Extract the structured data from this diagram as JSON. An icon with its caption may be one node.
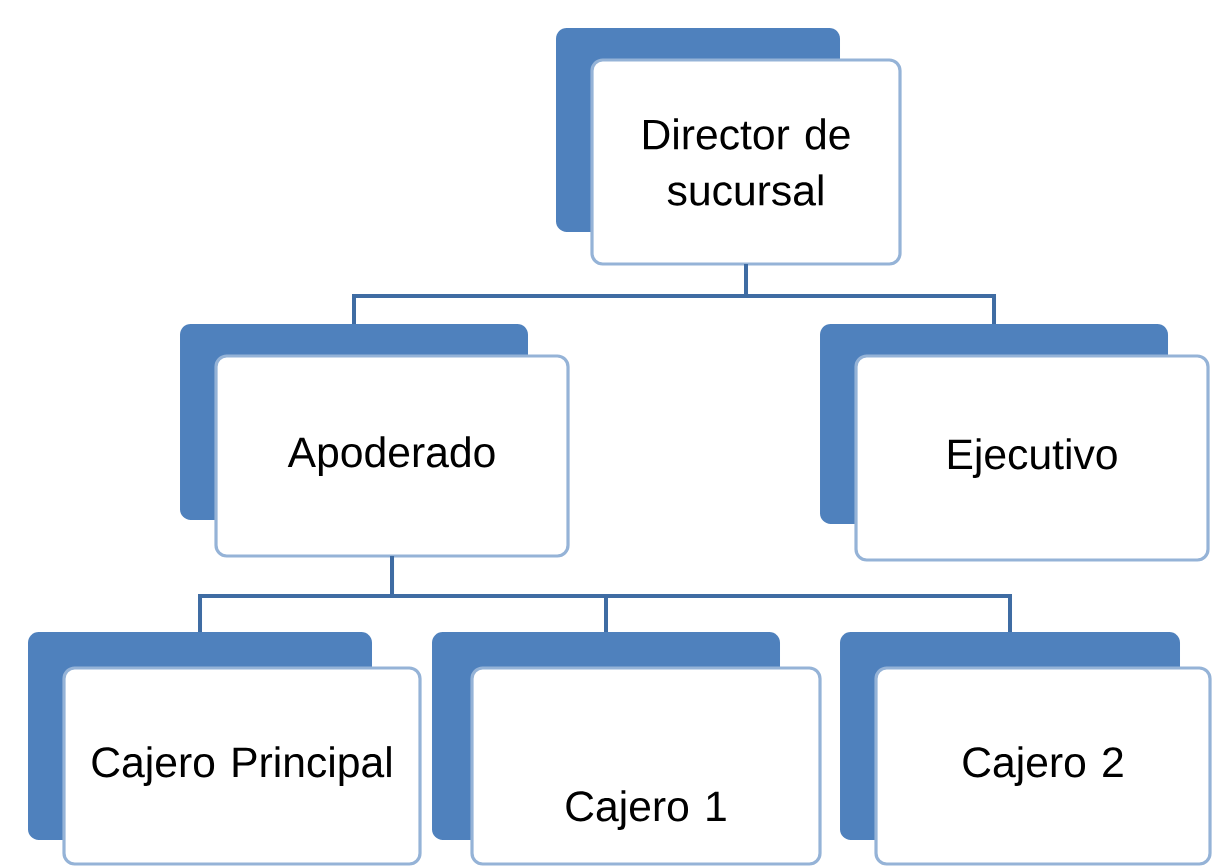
{
  "diagram": {
    "nodes": [
      {
        "text": [
          "Director de sucursal"
        ]
      },
      {
        "text": [
          "Apoderado"
        ]
      },
      {
        "text": [
          "Ejecutivo"
        ]
      },
      {
        "text": [
          "Cajero Principal"
        ]
      },
      {
        "text": [
          "Cajero 1"
        ]
      },
      {
        "text": [
          "Cajero 2"
        ]
      }
    ],
    "edges": [
      {
        "from": 0,
        "to": 1,
        "arrow": "none"
      },
      {
        "from": 0,
        "to": 2,
        "arrow": "none"
      },
      {
        "from": 1,
        "to": 3,
        "arrow": "none"
      },
      {
        "from": 1,
        "to": 4,
        "arrow": "none"
      },
      {
        "from": 1,
        "to": 5,
        "arrow": "none"
      }
    ]
  }
}
